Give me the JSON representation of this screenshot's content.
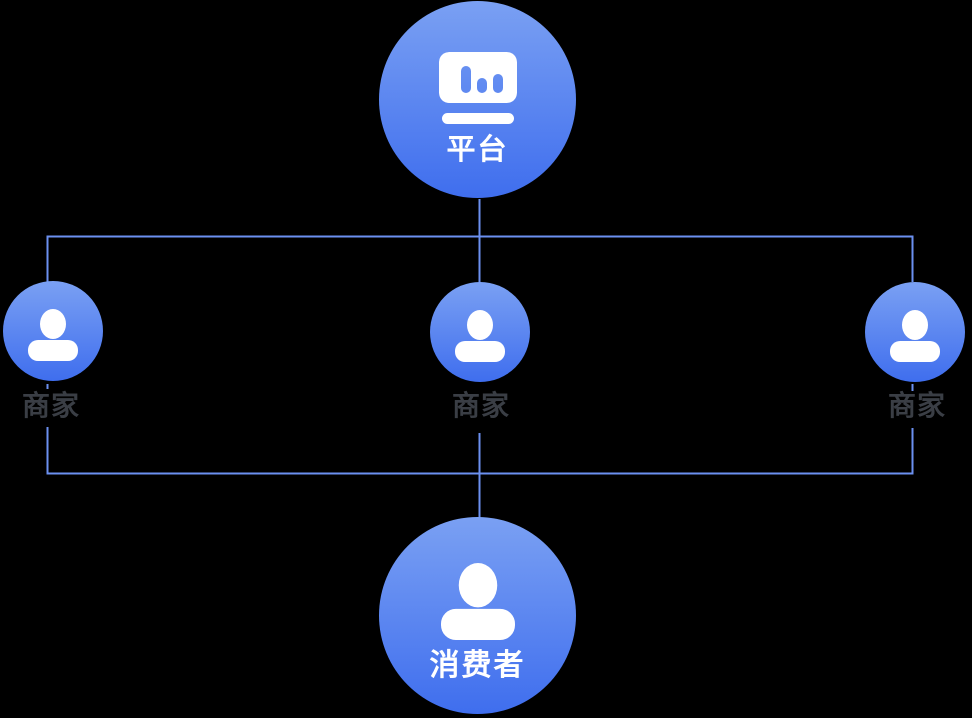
{
  "diagram": {
    "type": "hierarchy",
    "nodes": {
      "platform": {
        "label": "平台",
        "icon": "dashboard-platform-icon"
      },
      "merchants": [
        {
          "label": "商家",
          "icon": "user-icon"
        },
        {
          "label": "商家",
          "icon": "user-icon"
        },
        {
          "label": "商家",
          "icon": "user-icon"
        }
      ],
      "consumer": {
        "label": "消费者",
        "icon": "user-icon"
      }
    },
    "edges": [
      {
        "from": "platform",
        "to": "merchant-left"
      },
      {
        "from": "platform",
        "to": "merchant-middle"
      },
      {
        "from": "platform",
        "to": "merchant-right"
      },
      {
        "from": "merchant-left",
        "to": "consumer"
      },
      {
        "from": "merchant-middle",
        "to": "consumer"
      },
      {
        "from": "merchant-right",
        "to": "consumer"
      }
    ],
    "colors": {
      "canvas_background": "#000000",
      "node_gradient_top": "#7AA0F3",
      "node_gradient_bottom": "#3F6EEE",
      "connector": "#6B90F0",
      "merchant_label_color": "#3A3E45",
      "node_label_color": "#FFFFFF",
      "icon_color": "#FFFFFF"
    }
  }
}
